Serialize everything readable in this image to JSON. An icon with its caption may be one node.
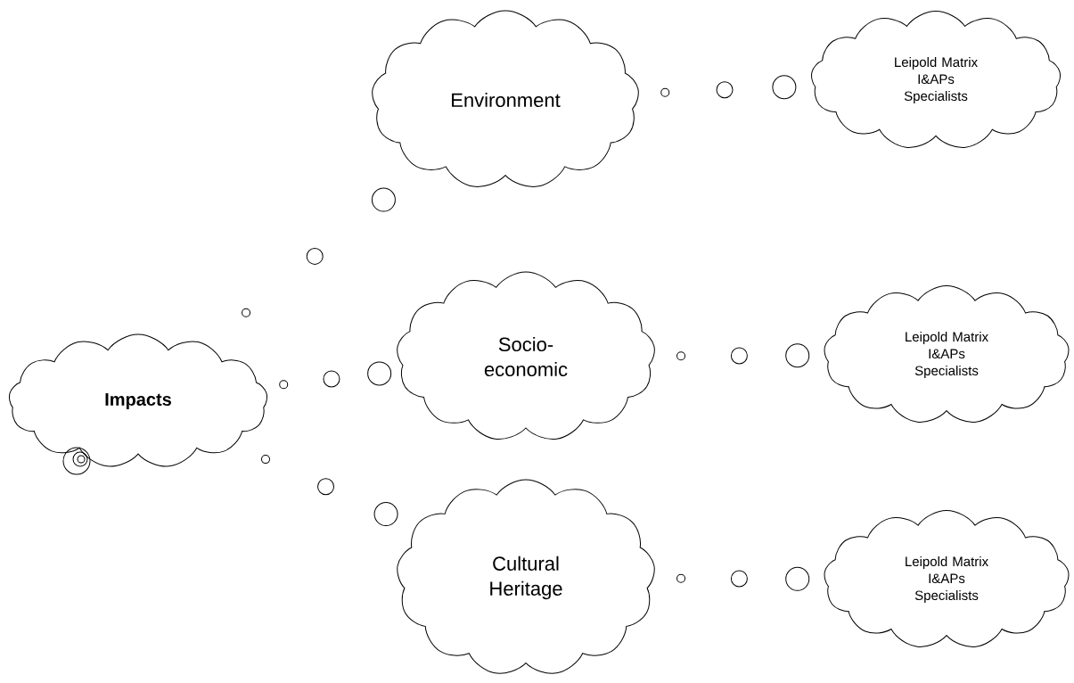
{
  "diagram": {
    "nodes": [
      {
        "text": [
          "Impacts"
        ]
      },
      {
        "text": [
          "Environment"
        ]
      },
      {
        "text": [
          "Leipold Matrix",
          "I&APs",
          "Specialists"
        ]
      },
      {
        "text": [
          "Socio-economic"
        ]
      },
      {
        "text": [
          "Leipold Matrix",
          "I&APs",
          "Specialists"
        ]
      },
      {
        "text": [
          "Cultural Heritage"
        ]
      },
      {
        "text": [
          "Leipold Matrix",
          "I&APs",
          "Specialists"
        ]
      }
    ]
  }
}
